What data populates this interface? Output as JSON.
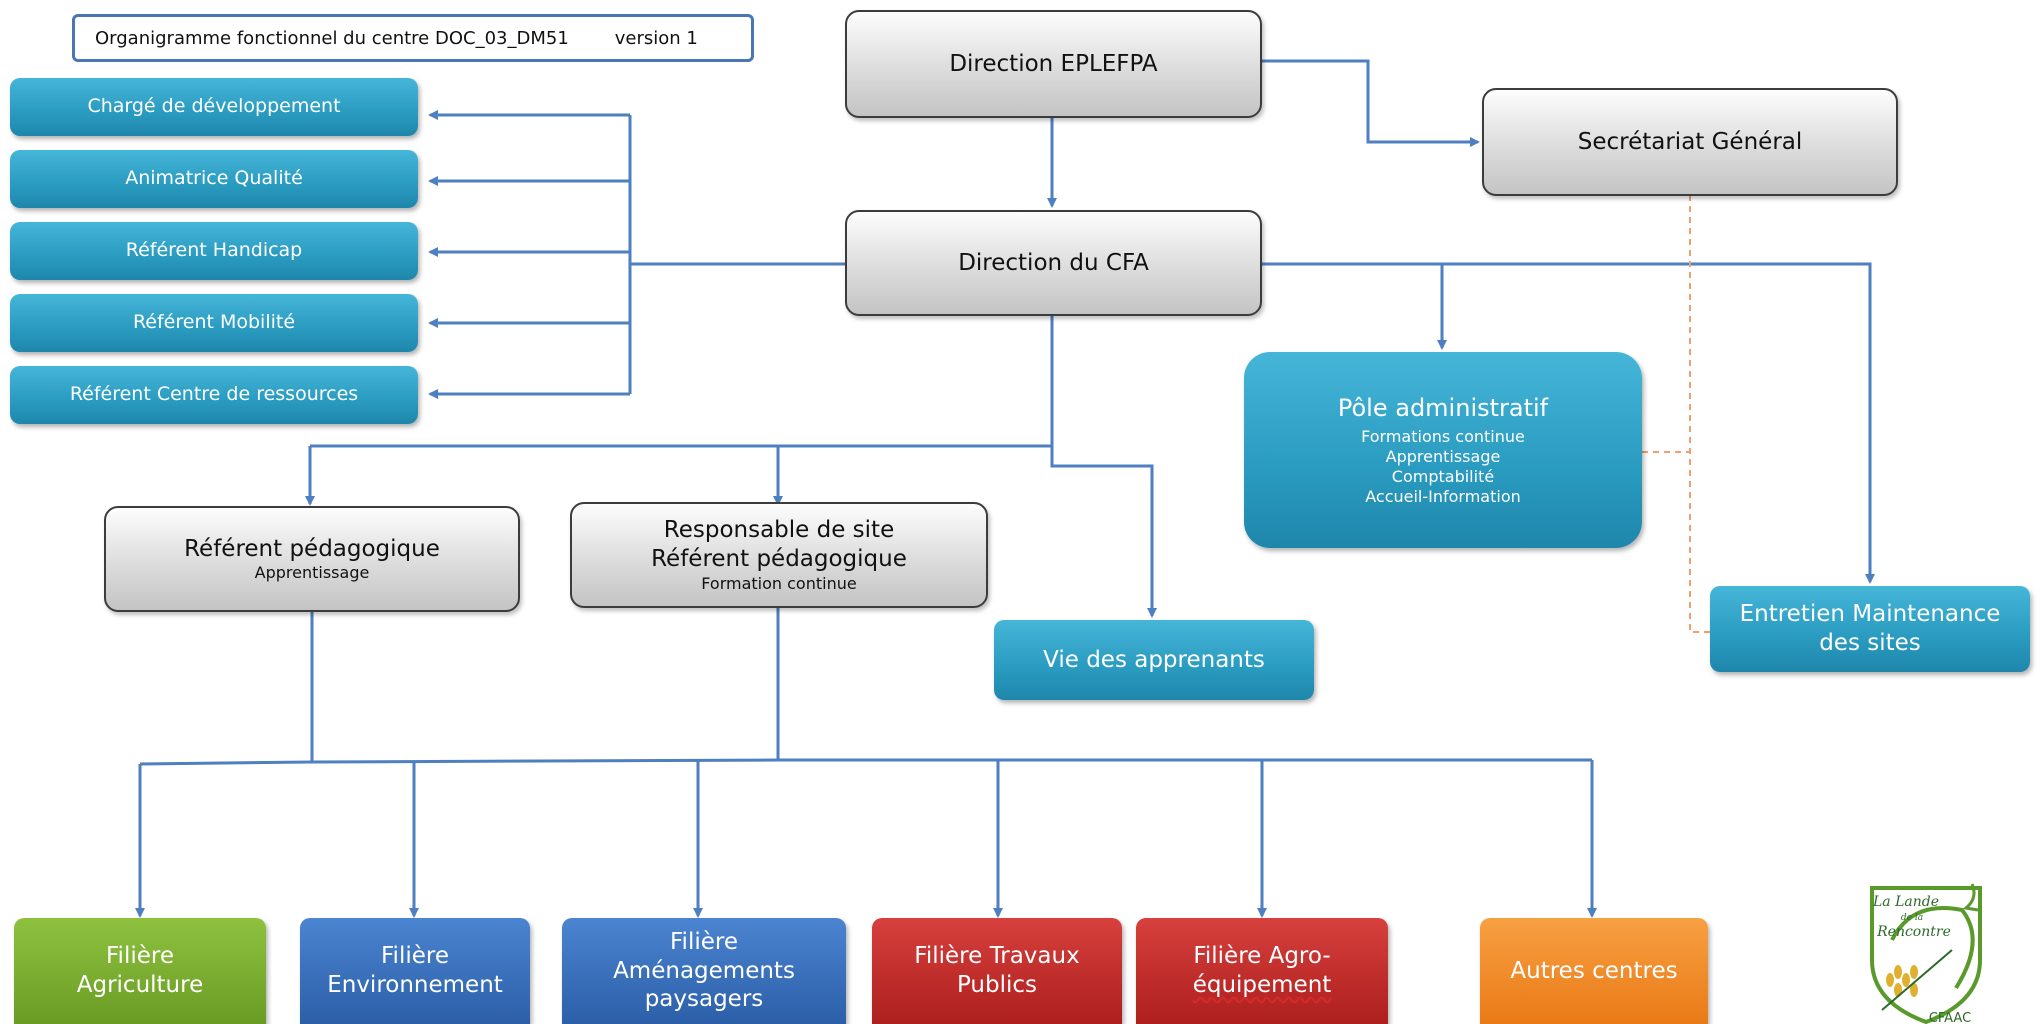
{
  "document": {
    "title": "Organigramme fonctionnel du centre  DOC_03_DM51",
    "version": "version 1"
  },
  "nodes": {
    "direction_eplefpa": "Direction EPLEFPA",
    "secretariat_general": "Secrétariat Général",
    "direction_cfa": "Direction du CFA",
    "charge_developpement": "Chargé de développement",
    "animatrice_qualite": "Animatrice Qualité",
    "referent_handicap": "Référent Handicap",
    "referent_mobilite": "Référent Mobilité",
    "referent_centre_ressources": "Référent Centre de ressources",
    "pole_administratif": {
      "title": "Pôle administratif",
      "items": [
        "Formations continue",
        "Apprentissage",
        "Comptabilité",
        "Accueil-Information"
      ]
    },
    "entretien_maintenance": {
      "line1": "Entretien Maintenance",
      "line2": "des sites"
    },
    "referent_pedagogique_app": {
      "title": "Référent pédagogique",
      "sub": "Apprentissage"
    },
    "responsable_site": {
      "line1": "Responsable de site",
      "line2": "Référent pédagogique",
      "sub": "Formation continue"
    },
    "vie_apprenants": "Vie des apprenants"
  },
  "filieres": [
    {
      "line1": "Filière",
      "line2": "Agriculture",
      "color": "#7cb032"
    },
    {
      "line1": "Filière",
      "line2": "Environnement",
      "color": "#3a72bf"
    },
    {
      "line1": "Filière",
      "line2": "Aménagements",
      "line3": "paysagers",
      "color": "#3a72bf"
    },
    {
      "line1": "Filière Travaux",
      "line2": "Publics",
      "color": "#c22e2c"
    },
    {
      "line1": "Filière Agro-",
      "line2": "équipement",
      "color": "#c22e2c"
    },
    {
      "line1": "Autres centres",
      "color": "#f08c2a"
    }
  ],
  "logo": {
    "line1": "La Lande",
    "line2": "de la",
    "line3": "Rencontre",
    "line4": "CFAAC"
  },
  "colors": {
    "connector": "#4e7fc0",
    "dashed": "#f0a070"
  }
}
